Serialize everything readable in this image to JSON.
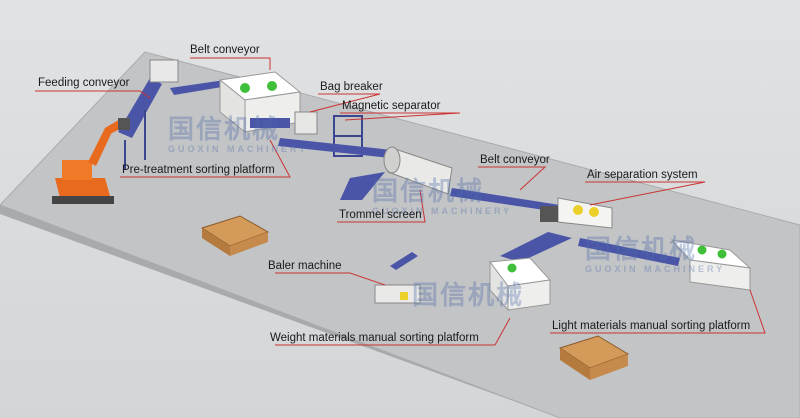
{
  "labels": {
    "feeding_conveyor": "Feeding conveyor",
    "belt_conveyor_top": "Belt conveyor",
    "bag_breaker": "Bag breaker",
    "magnetic_separator": "Magnetic separator",
    "pretreatment_platform": "Pre-treatment sorting platform",
    "belt_conveyor_mid": "Belt conveyor",
    "air_separation": "Air separation system",
    "trommel_screen": "Trommel screen",
    "baler_machine": "Baler machine",
    "weight_platform": "Weight materials manual sorting platform",
    "light_platform": "Light materials manual sorting platform"
  },
  "watermark": {
    "cn": "国信机械",
    "en": "GUOXIN MACHINERY"
  },
  "colors": {
    "floor": "#c2c4c6",
    "machine": "#f4f4f2",
    "conveyor": "#4a55a8",
    "excavator": "#e86a1e",
    "bales": "#c58a4c",
    "fan": "#3fbf3a"
  }
}
